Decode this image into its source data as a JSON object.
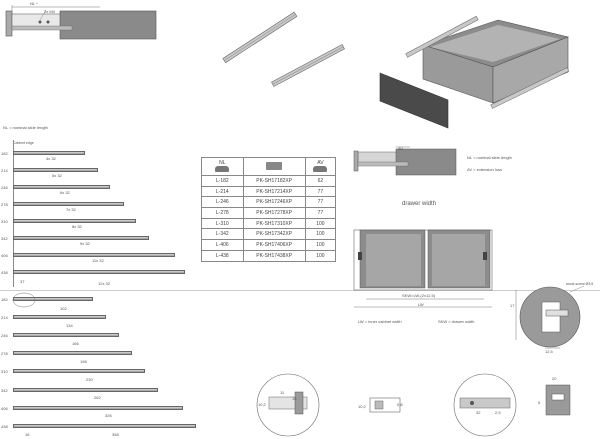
{
  "legend": {
    "nl_left": "NL = nominal slide length",
    "nl_right": "NL = nominal slide length",
    "av_right": "AV = extension loss",
    "lw_def": "LW = inner cabinet width",
    "skw_def": "SKW = drawer width",
    "drawer_width_title": "drawer width"
  },
  "top_diagram": {
    "nl": "NL *",
    "screw": "2x M4"
  },
  "front_width": {
    "skw": "SKW=LW-(2x12,5)",
    "lw": "LW"
  },
  "right_detail": {
    "label": "wood-screw Ø3,5"
  },
  "left_chart": {
    "cabinet_edge": "Cabinet edge",
    "rows": [
      {
        "nl": "182",
        "dim": "4x 32"
      },
      {
        "nl": "214",
        "dim": "5x 32"
      },
      {
        "nl": "246",
        "dim": "6x 32"
      },
      {
        "nl": "278",
        "dim": "7x 32"
      },
      {
        "nl": "310",
        "dim": "8x 32"
      },
      {
        "nl": "342",
        "dim": "9x 32"
      },
      {
        "nl": "406",
        "dim": "11x 32"
      },
      {
        "nl": "438",
        "dim": "12x 32"
      }
    ],
    "first_offset": "37",
    "bottom_row": [
      {
        "nl": "182",
        "dim": "102"
      },
      {
        "nl": "214",
        "dim": "134"
      },
      {
        "nl": "246",
        "dim": "166"
      },
      {
        "nl": "278",
        "dim": "198"
      },
      {
        "nl": "310",
        "dim": "230"
      },
      {
        "nl": "342",
        "dim": "262"
      },
      {
        "nl": "406",
        "dim": "326"
      },
      {
        "nl": "438",
        "dim": "358"
      }
    ],
    "bottom_first": "16"
  },
  "table": {
    "headers": [
      "NL",
      "",
      "AV"
    ],
    "rows": [
      [
        "L-182",
        "PK-SH17182XP",
        "62"
      ],
      [
        "L-214",
        "PK-SH17214XP",
        "77"
      ],
      [
        "L-246",
        "PK-SH17246XP",
        "77"
      ],
      [
        "L-278",
        "PK-SH17278XP",
        "77"
      ],
      [
        "L-310",
        "PK-SH17310XP",
        "100"
      ],
      [
        "L-342",
        "PK-SH17342XP",
        "100"
      ],
      [
        "L-406",
        "PK-SH17406XP",
        "100"
      ],
      [
        "L-438",
        "PK-SH17438XP",
        "100"
      ]
    ]
  },
  "details": {
    "c1_a": "11",
    "c1_b": "18",
    "c1_c": "10,2",
    "c2_a": "10,2",
    "c2_b": "0,8",
    "c3_a": "32",
    "c3_b": "2,5",
    "c4_a": "20",
    "c4_b": "5",
    "sect_a": "17",
    "sect_b": "12,5"
  },
  "colors": {
    "panel": "#7a7a7a",
    "rail": "#b9b9b9",
    "dark": "#4a4a4a"
  }
}
